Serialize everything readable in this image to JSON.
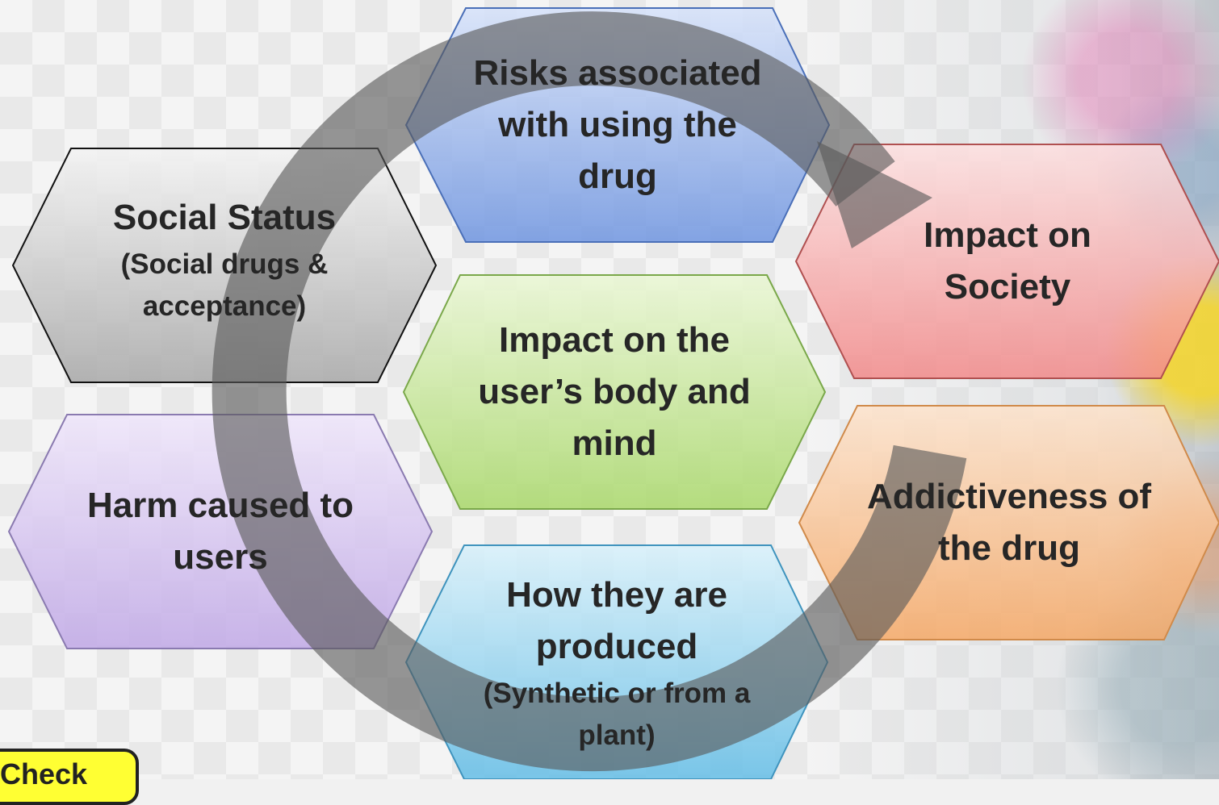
{
  "hexagons": {
    "risks": {
      "line1": "Risks associated",
      "line2": "with using the",
      "line3": "drug"
    },
    "social": {
      "title": "Social Status",
      "sub1": "(Social drugs &",
      "sub2": "acceptance)"
    },
    "society": {
      "line1": "Impact on",
      "line2": "Society"
    },
    "body": {
      "line1": "Impact on the",
      "line2": "user’s body and",
      "line3": "mind"
    },
    "harm": {
      "line1": "Harm caused to",
      "line2": "users"
    },
    "addictive": {
      "line1": "Addictiveness of",
      "line2": "the drug"
    },
    "produced": {
      "line1": "How they are",
      "line2": "produced",
      "sub1": "(Synthetic or from a",
      "sub2": "plant)"
    }
  },
  "check_button": {
    "label": "Check"
  },
  "colors": {
    "risks": "#8fb0ec",
    "social": "#b9b9b9",
    "society": "#f7a3a3",
    "body": "#bfe28c",
    "harm": "#cdb8ea",
    "addictive": "#f8c08e",
    "produced": "#8fd0ee",
    "ring": "#6b6b6b",
    "button": "#ffff33"
  }
}
